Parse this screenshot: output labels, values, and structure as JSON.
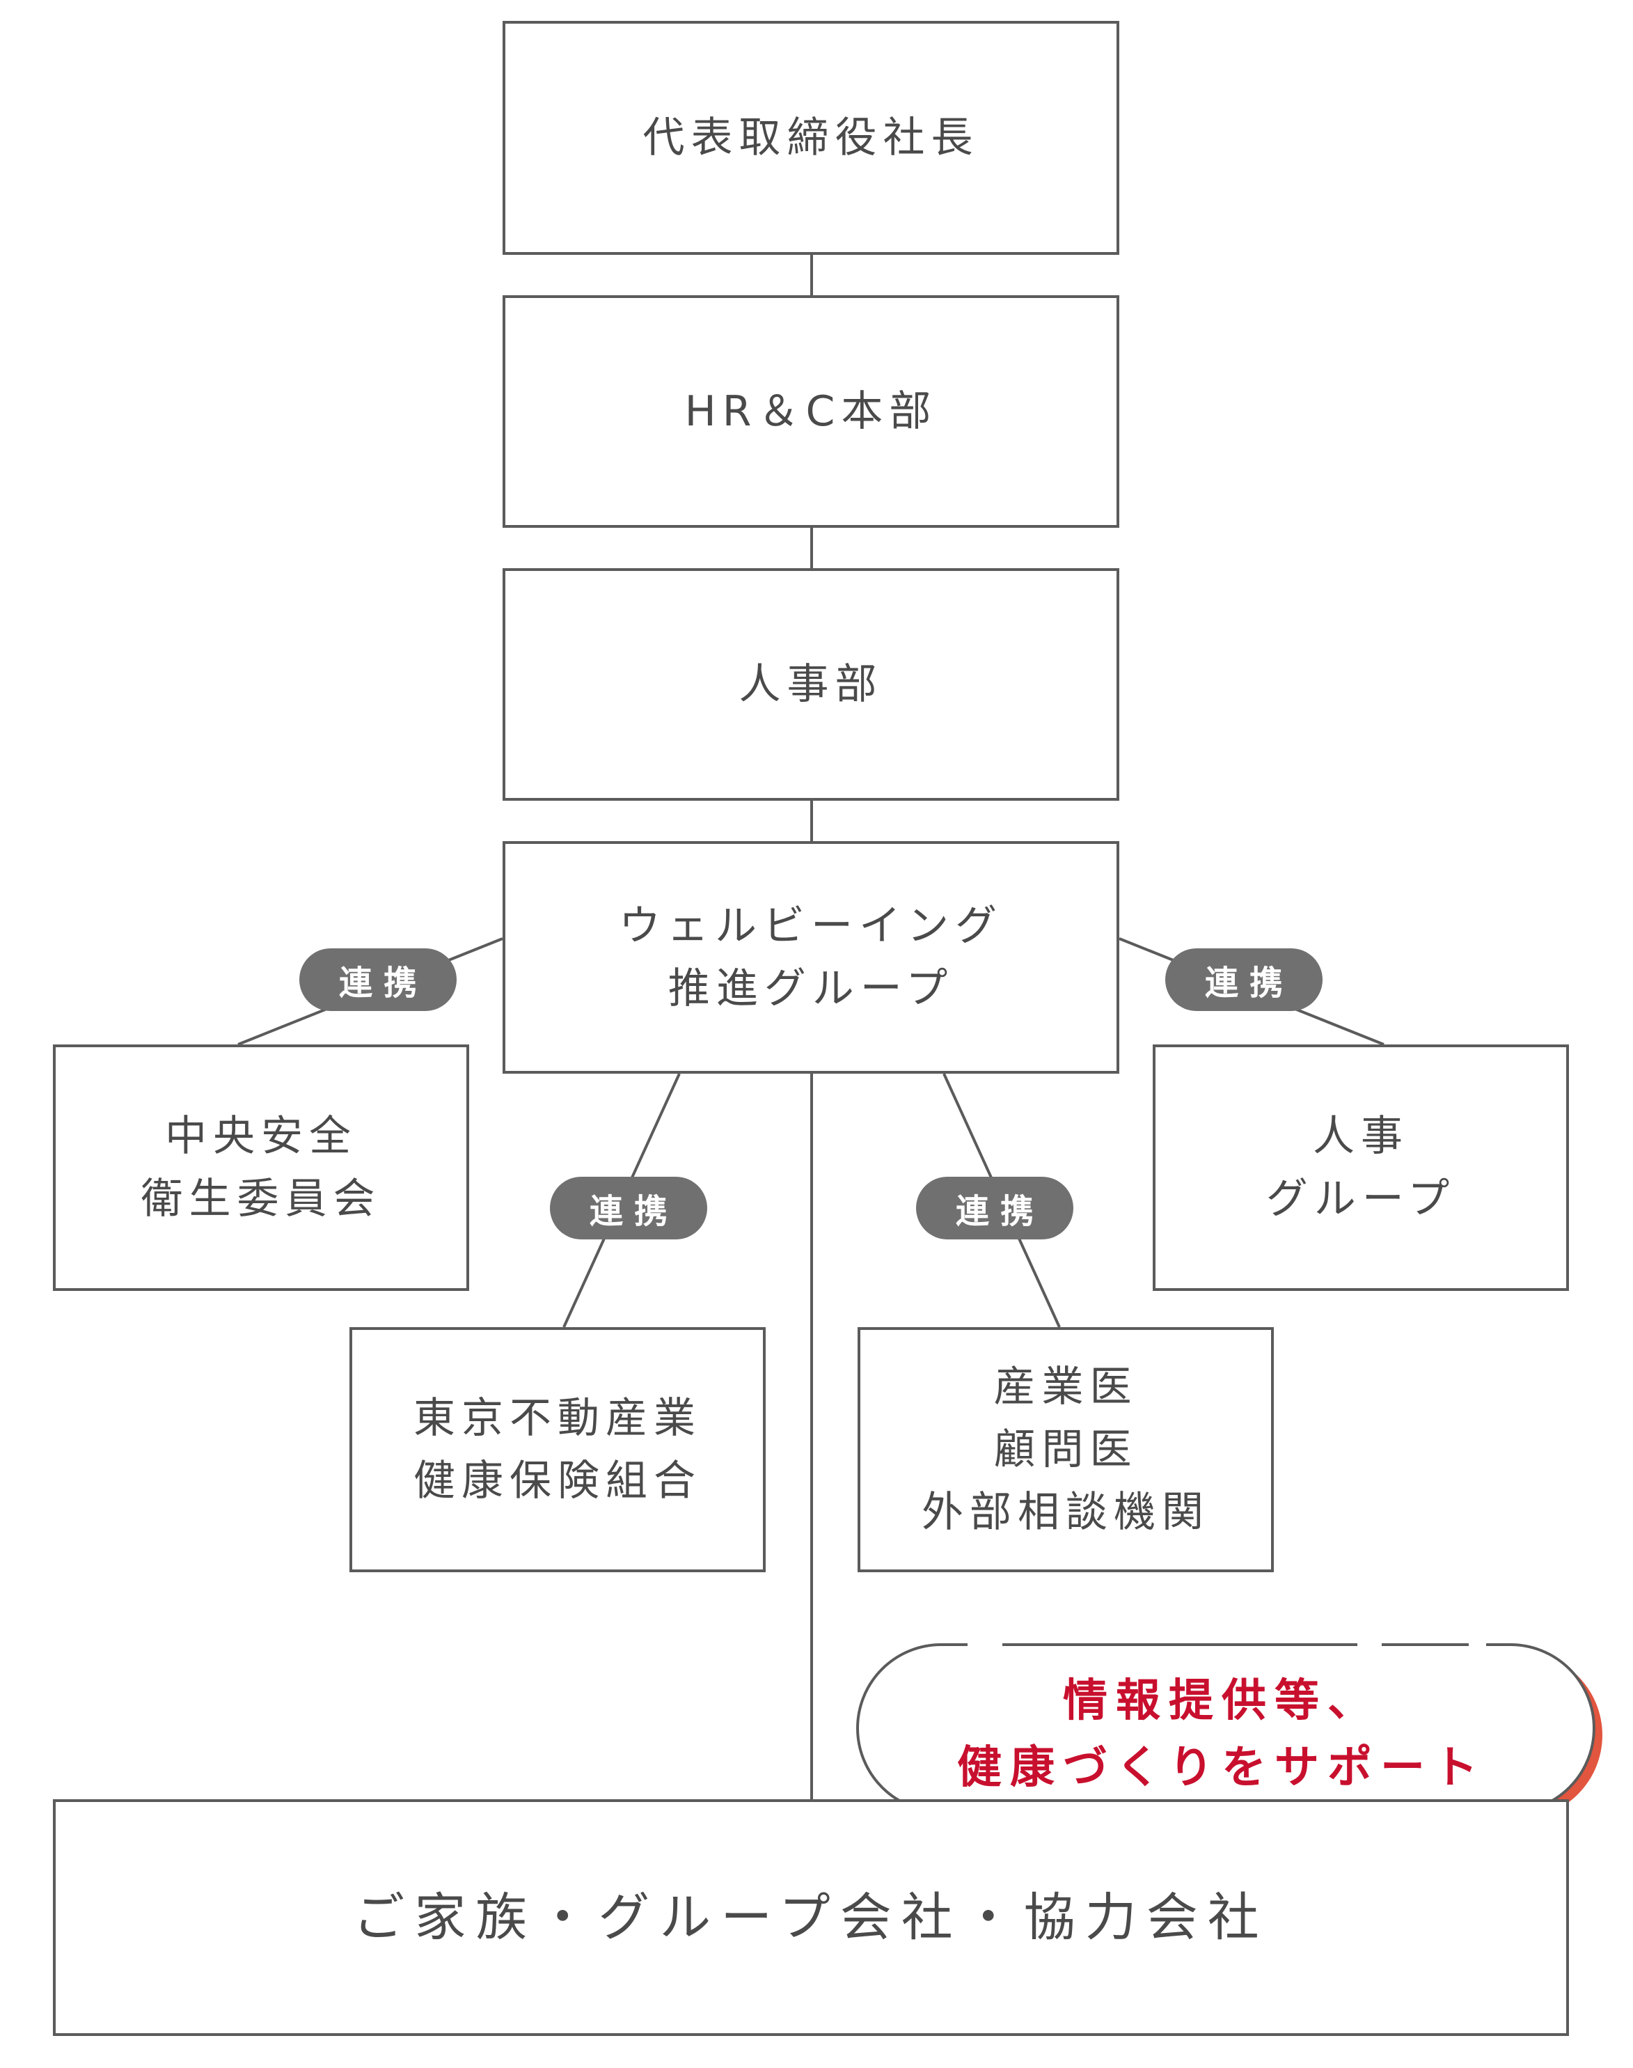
{
  "diagram": {
    "nodes": {
      "president": "代表取締役社長",
      "hrc": "HR＆C本部",
      "hr_dept": "人事部",
      "wellbeing": "ウェルビーイング\n推進グループ",
      "safety_committee": "中央安全\n衛生委員会",
      "hr_group": "人事\nグループ",
      "health_insurance": "東京不動産業\n健康保険組合",
      "medical": "産業医\n顧問医\n外部相談機関",
      "families": "ご家族・グループ会社・協力会社"
    },
    "link_label": "連携",
    "callout": "情報提供等、\n健康づくりをサポート",
    "colors": {
      "border": "#5b5b5b",
      "text": "#4a4a4a",
      "pill": "#707070",
      "accent": "#c8102e",
      "shadow": "#e2553e"
    }
  }
}
